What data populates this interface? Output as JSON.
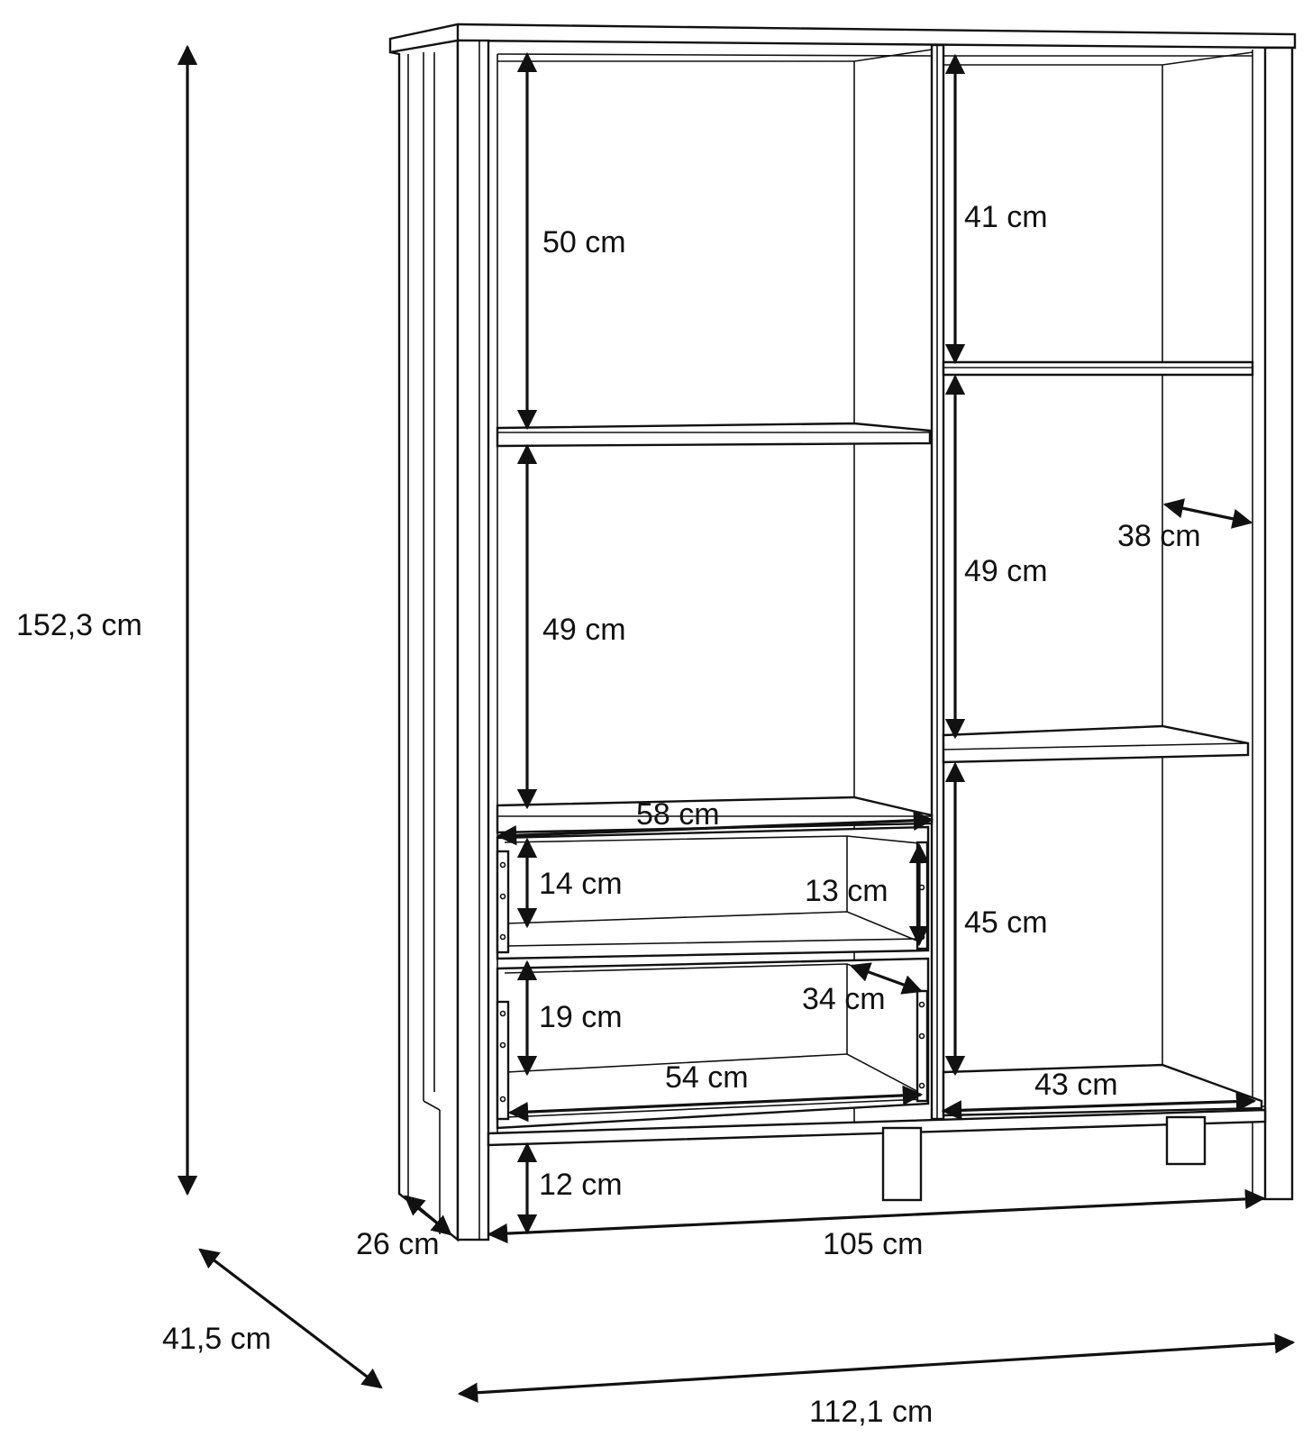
{
  "colors": {
    "line": "#111111",
    "background": "#ffffff"
  },
  "dimensions": {
    "overall_height": "152,3 cm",
    "overall_depth": "41,5 cm",
    "overall_width": "112,1 cm",
    "inner_width": "105 cm",
    "side_depth": "26 cm",
    "leg_height": "12 cm",
    "left_top_compartment": "50 cm",
    "left_middle_compartment": "49 cm",
    "drawer_front_width": "58 cm",
    "upper_drawer_height": "14 cm",
    "upper_drawer_inner": "13 cm",
    "lower_drawer_height": "19 cm",
    "lower_drawer_depth": "34 cm",
    "lower_drawer_width": "54 cm",
    "right_top_compartment": "41 cm",
    "right_middle_compartment": "49 cm",
    "right_shelf_depth": "38 cm",
    "right_bottom_compartment": "45 cm",
    "right_bottom_width": "43 cm"
  }
}
